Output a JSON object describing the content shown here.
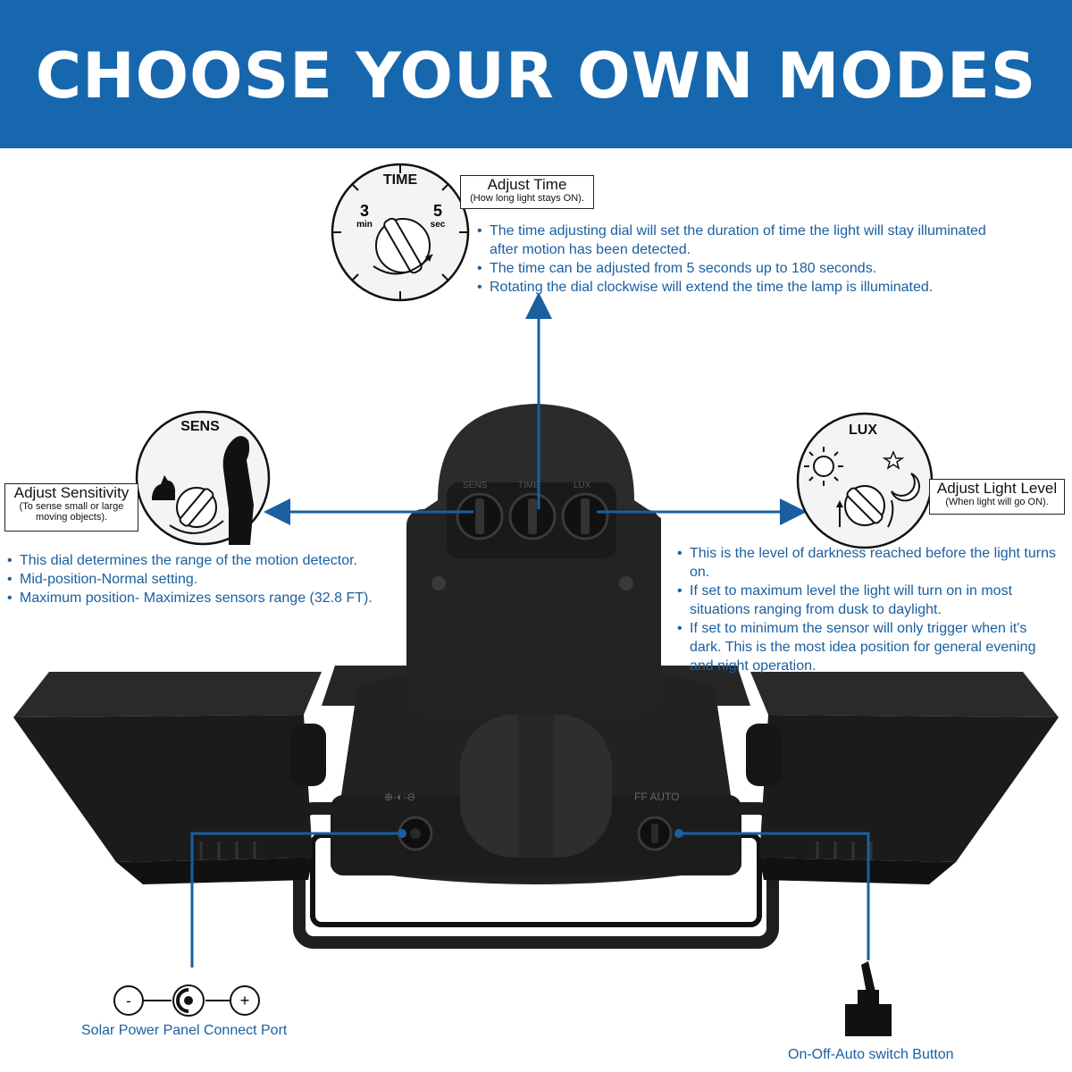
{
  "banner": {
    "title": "CHOOSE YOUR OWN MODES",
    "color": "#1767ae"
  },
  "accent_color": "#1a5fa0",
  "time": {
    "dial_label": "TIME",
    "min_value": "3",
    "min_unit": "min",
    "sec_value": "5",
    "sec_unit": "sec",
    "title": "Adjust Time",
    "subtitle": "(How long light stays ON).",
    "bullets": [
      "The time adjusting dial will set the duration of time the light will stay illuminated after motion has been detected.",
      "The time can be adjusted from 5 seconds up to 180 seconds.",
      "Rotating the dial clockwise will extend the time the lamp is illuminated."
    ]
  },
  "sens": {
    "dial_label": "SENS",
    "title": "Adjust Sensitivity",
    "subtitle": "(To sense small or large moving objects).",
    "bullets": [
      "This dial determines the range of the motion detector.",
      "Mid-position-Normal setting.",
      "Maximum position- Maximizes sensors range (32.8 FT)."
    ]
  },
  "lux": {
    "dial_label": "LUX",
    "title": "Adjust Light Level",
    "subtitle": "(When light will go ON).",
    "bullets": [
      "This is the level of darkness reached before the light turns on.",
      "If set to maximum level the light will turn on in most situations ranging from dusk to daylight.",
      "If set to minimum the sensor will only trigger when it's dark. This is the most idea position for general evening and night operation."
    ]
  },
  "device": {
    "dial_labels": [
      "SENS",
      "TIME",
      "LUX"
    ],
    "port_mark": "⊕-◐-⊖",
    "switch_mark": "FF AUTO"
  },
  "port": {
    "minus": "-",
    "plus": "+",
    "caption": "Solar Power Panel Connect Port"
  },
  "switch": {
    "caption": "On-Off-Auto switch Button"
  }
}
